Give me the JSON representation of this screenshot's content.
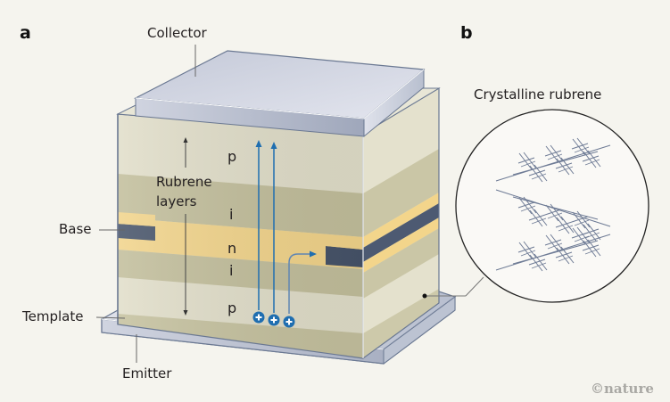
{
  "figure": {
    "panel_a": {
      "label": "a",
      "labels": {
        "collector": "Collector",
        "base": "Base",
        "template": "Template",
        "emitter": "Emitter",
        "rubrene_line1": "Rubrene",
        "rubrene_line2": "layers"
      },
      "layers": [
        {
          "name": "p",
          "label": "p"
        },
        {
          "name": "i",
          "label": "i"
        },
        {
          "name": "n",
          "label": "n"
        },
        {
          "name": "i",
          "label": "i"
        },
        {
          "name": "p",
          "label": "p"
        }
      ],
      "charge_symbol": "+",
      "charge_count": 3
    },
    "panel_b": {
      "label": "b",
      "title": "Crystalline rubrene"
    },
    "credit": "©nature",
    "colors": {
      "background": "#f5f4ee",
      "layer_light": "#e2dfca",
      "layer_mid": "#c3bf9c",
      "layer_n": "#f3d58b",
      "base_electrode": "#465369",
      "metal": "#c9cedb",
      "outline": "#6a7892",
      "arrow_blue": "#1f6eb0",
      "molecule": "#6e7b95"
    }
  }
}
